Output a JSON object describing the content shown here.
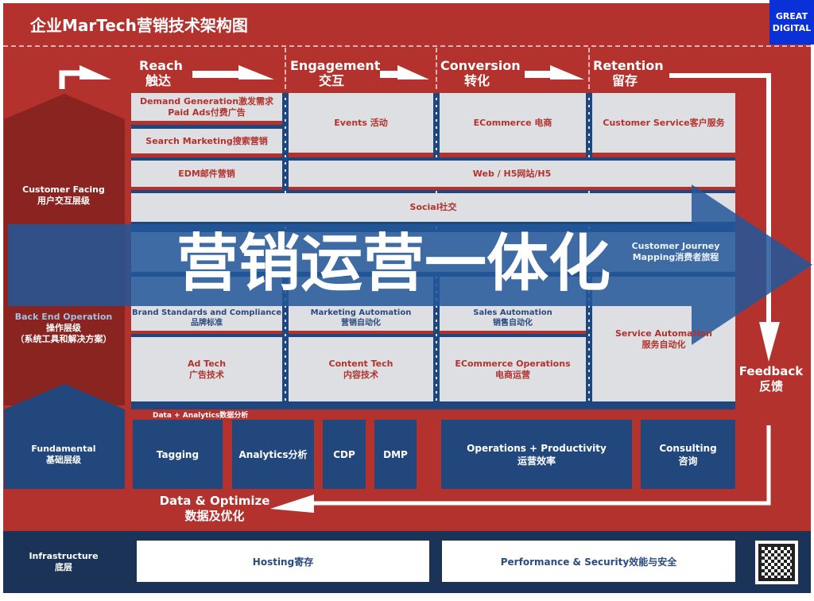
{
  "title": "企业MarTech营销技术架构图",
  "logo": {
    "line1": "GREAT",
    "line2": "DIGITAL"
  },
  "stages": [
    {
      "en": "Reach",
      "zh": "触达"
    },
    {
      "en": "Engagement",
      "zh": "交互"
    },
    {
      "en": "Conversion",
      "zh": "转化"
    },
    {
      "en": "Retention",
      "zh": "留存"
    }
  ],
  "layers": {
    "customer_facing": {
      "en": "Customer Facing",
      "zh": "用户交互层级"
    },
    "back_end": {
      "en": "Back End Operation",
      "zh": "操作层级",
      "note": "（系统工具和解决方案）"
    },
    "fundamental": {
      "en": "Fundamental",
      "zh": "基础层级"
    },
    "infrastructure": {
      "en": "Infrastructure",
      "zh": "底层"
    }
  },
  "cells": {
    "demand": {
      "l1": "Demand Generation激发需求",
      "l2": "Paid Ads付费广告"
    },
    "search": "Search Marketing搜索营销",
    "edm": "EDM邮件营销",
    "events": "Events 活动",
    "ecommerce": "ECommerce  电商",
    "customer_service": "Customer Service客户服务",
    "web": "Web / H5网站/H5",
    "social": "Social社交",
    "journey": "Customer Journey Mapping消费者旅程",
    "brand": {
      "l1": "Brand Standards and Compliance",
      "l2": "品牌标准"
    },
    "marketing_auto": {
      "l1": "Marketing Automation",
      "l2": "营销自动化"
    },
    "sales_auto": {
      "l1": "Sales Automation",
      "l2": "销售自动化"
    },
    "service_auto": {
      "l1": "Service Automation",
      "l2": "服务自动化"
    },
    "ad_tech": {
      "l1": "Ad Tech",
      "l2": "广告技术"
    },
    "content_tech": {
      "l1": "Content Tech",
      "l2": "内容技术"
    },
    "ecom_ops": {
      "l1": "ECommerce Operations",
      "l2": "电商运营"
    }
  },
  "data_analytics_label": "Data + Analytics数据分析",
  "fundamentals": {
    "tagging": "Tagging",
    "analytics": "Analytics分析",
    "cdp": "CDP",
    "dmp": "DMP",
    "ops": {
      "l1": "Operations + Productivity",
      "l2": "运营效率"
    },
    "consulting": {
      "l1": "Consulting",
      "l2": "咨询"
    }
  },
  "feedback": {
    "en": "Feedback",
    "zh": "反馈"
  },
  "optimize": {
    "en": "Data & Optimize",
    "zh": "数据及优化"
  },
  "infra": {
    "hosting": "Hosting寄存",
    "perf": "Performance & Security效能与安全"
  },
  "overlay": "营销运营一体化",
  "colors": {
    "red": "#b3322e",
    "navy": "#1c3358",
    "blue": "#22477c",
    "logo": "#0a30d8"
  }
}
